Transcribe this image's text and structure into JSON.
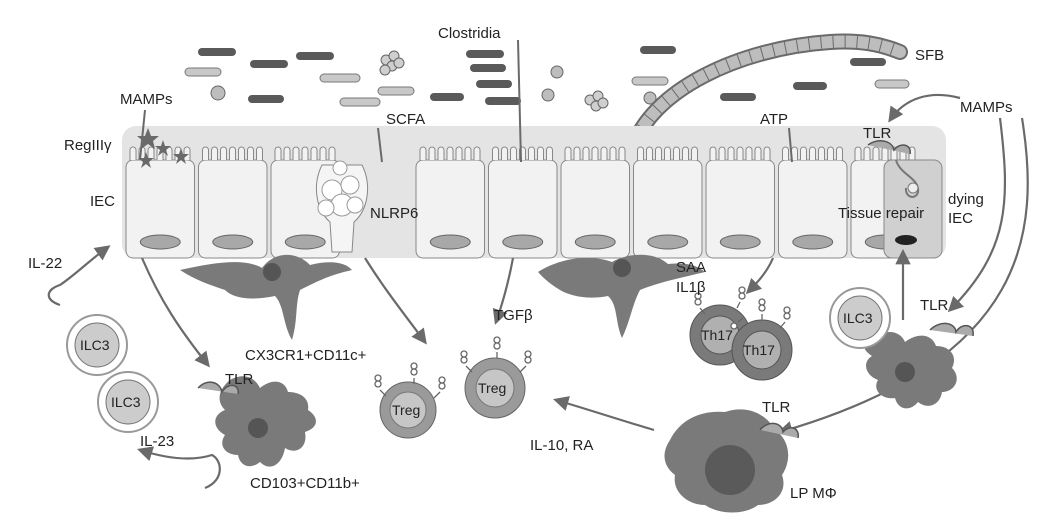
{
  "labels": {
    "clostridia": "Clostridia",
    "sfb": "SFB",
    "mamps_left": "MAMPs",
    "mamps_right": "MAMPs",
    "regiiiy": "RegIIIγ",
    "scfa": "SCFA",
    "atp": "ATP",
    "tlr_top": "TLR",
    "iec": "IEC",
    "dying": "dying",
    "dying_iec": "IEC",
    "tissue_repair": "Tissue repair",
    "nlrp6": "NLRP6",
    "saa": "SAA",
    "il1b": "IL1β",
    "il22": "IL-22",
    "tgfb": "TGFβ",
    "cx3cr1": "CX3CR1+CD11c+",
    "ilc3_a": "ILC3",
    "ilc3_b": "ILC3",
    "ilc3_c": "ILC3",
    "tlr_left": "TLR",
    "tlr_right": "TLR",
    "tlr_mac": "TLR",
    "il23": "IL-23",
    "cd103": "CD103+CD11b+",
    "treg_a": "Treg",
    "treg_b": "Treg",
    "th17_a": "Th17",
    "th17_b": "Th17",
    "il10ra": "IL-10, RA",
    "lp_macrophage": "LP MΦ"
  },
  "colors": {
    "epithelium_fill": "#e4e4e4",
    "cell_fill": "#f2f2f2",
    "nucleus": "#a8a8a8",
    "bacteria_dark": "#5a5a5a",
    "bacteria_light": "#c8c8c8",
    "arrow": "#6a6a6a",
    "dendritic": "#7a7a7a",
    "lymphocyte": "#9a9a9a"
  }
}
